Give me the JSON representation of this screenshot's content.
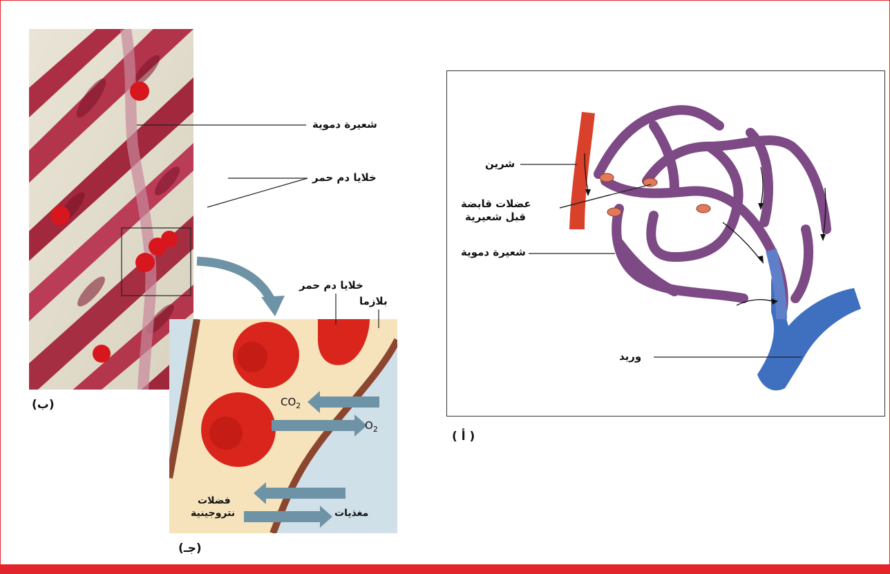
{
  "panel_a": {
    "caption": "( أ )",
    "labels": {
      "artery": "شرين",
      "sphincter_line1": "عضلات قابضة",
      "sphincter_line2": "قبل شعيرية",
      "capillary": "شعيرة دموية",
      "vein": "وريد"
    }
  },
  "panel_b": {
    "caption": "(ب)",
    "labels": {
      "capillary": "شعيرة دموية",
      "red_cells": "خلايا دم حمر"
    }
  },
  "panel_c": {
    "caption": "(جـ)",
    "labels": {
      "red_cells": "خلايا دم حمر",
      "plasma": "بلازما",
      "co2": "CO",
      "co2_sub": "2",
      "o2": "O",
      "o2_sub": "2",
      "waste_line1": "فضلات",
      "waste_line2": "نتروجينية",
      "nutrients": "مغذيات"
    }
  },
  "colors": {
    "frame": "#e3242b",
    "artery": "#d9412a",
    "vein": "#3f6fbf",
    "capillary": "#7e4a86",
    "arrow": "#6f93a6"
  }
}
